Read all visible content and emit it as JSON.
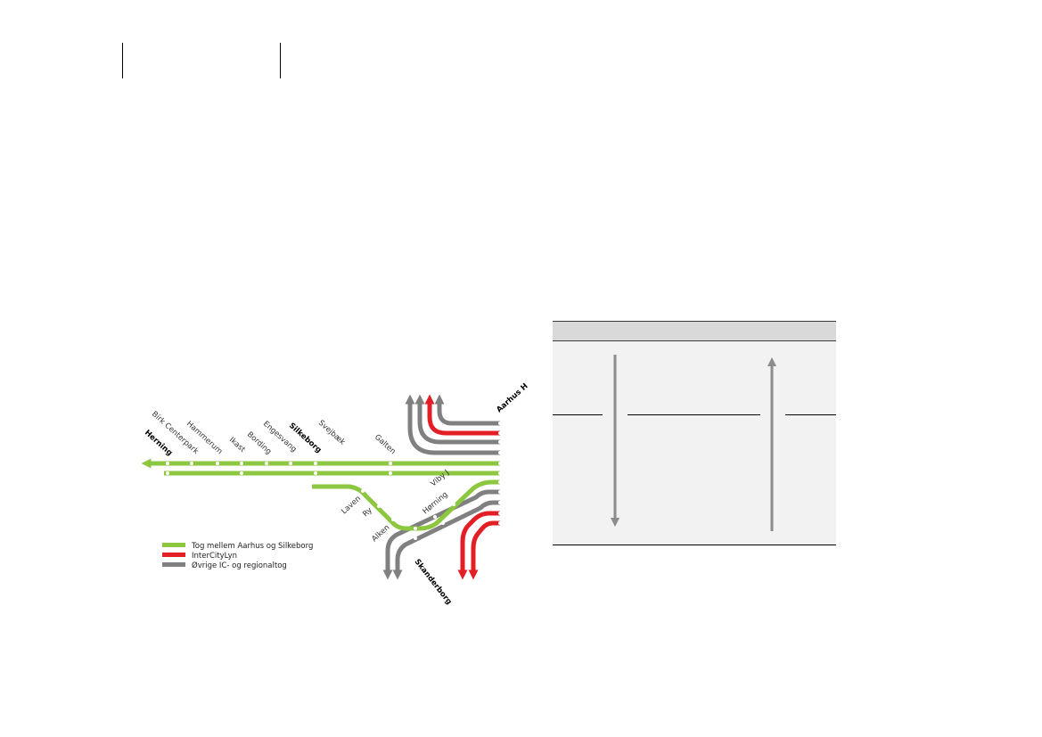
{
  "stations": {
    "herning": "Herning",
    "birk_centerpark": "Birk Centerpark",
    "hammerum": "Hammerum",
    "ikast": "Ikast",
    "bording": "Bording",
    "engesvang": "Engesvang",
    "silkeborg": "Silkeborg",
    "svejbaek": "Svejbæk",
    "galten": "Galten",
    "aarhus_h": "Aarhus H",
    "viby_j": "Viby J",
    "horning": "Hørning",
    "laven": "Laven",
    "ry": "Ry",
    "alken": "Alken",
    "skanderborg": "Skanderborg"
  },
  "legend": [
    {
      "label": "Tog mellem Aarhus og Silkeborg",
      "color": "#8dc63f"
    },
    {
      "label": "InterCityLyn",
      "color": "#e31e24"
    },
    {
      "label": "Øvrige IC- og regionaltog",
      "color": "#808080"
    }
  ],
  "colors": {
    "green": "#8dc63f",
    "red": "#e31e24",
    "grey": "#808080",
    "panel_arrow": "#8c8c8c"
  }
}
